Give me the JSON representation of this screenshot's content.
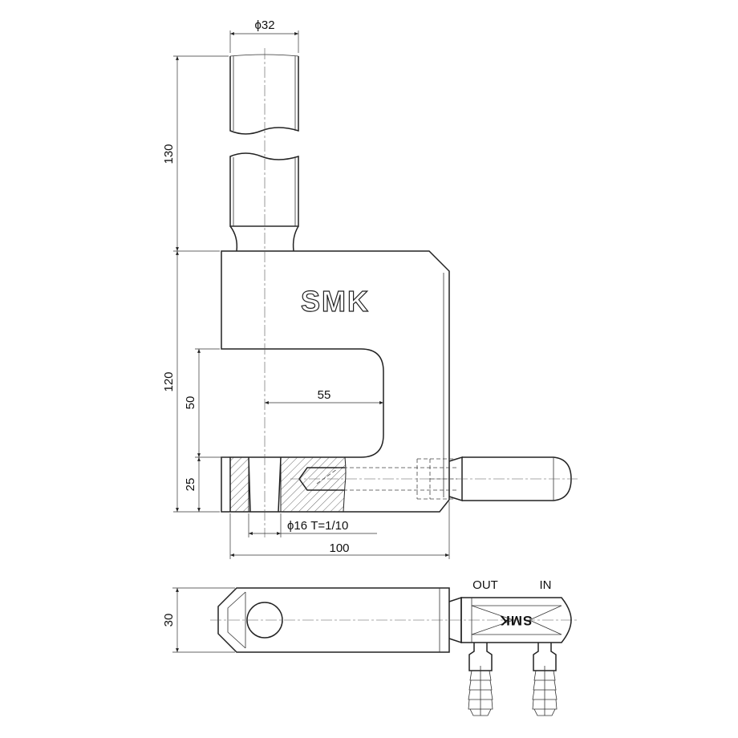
{
  "dimensions": {
    "rod_diameter": "ϕ32",
    "rod_length": "130",
    "body_height": "120",
    "jaw_opening": "50",
    "jaw_depth": "55",
    "lower_thickness": "25",
    "taper_hole": "ϕ16 T=1/10",
    "body_width": "100",
    "body_thickness": "30"
  },
  "labels": {
    "logo_front": "SMK",
    "logo_side": "SMK",
    "port_out": "OUT",
    "port_in": "IN"
  },
  "colors": {
    "line": "#222222",
    "hatch": "#444444",
    "background": "#ffffff"
  }
}
